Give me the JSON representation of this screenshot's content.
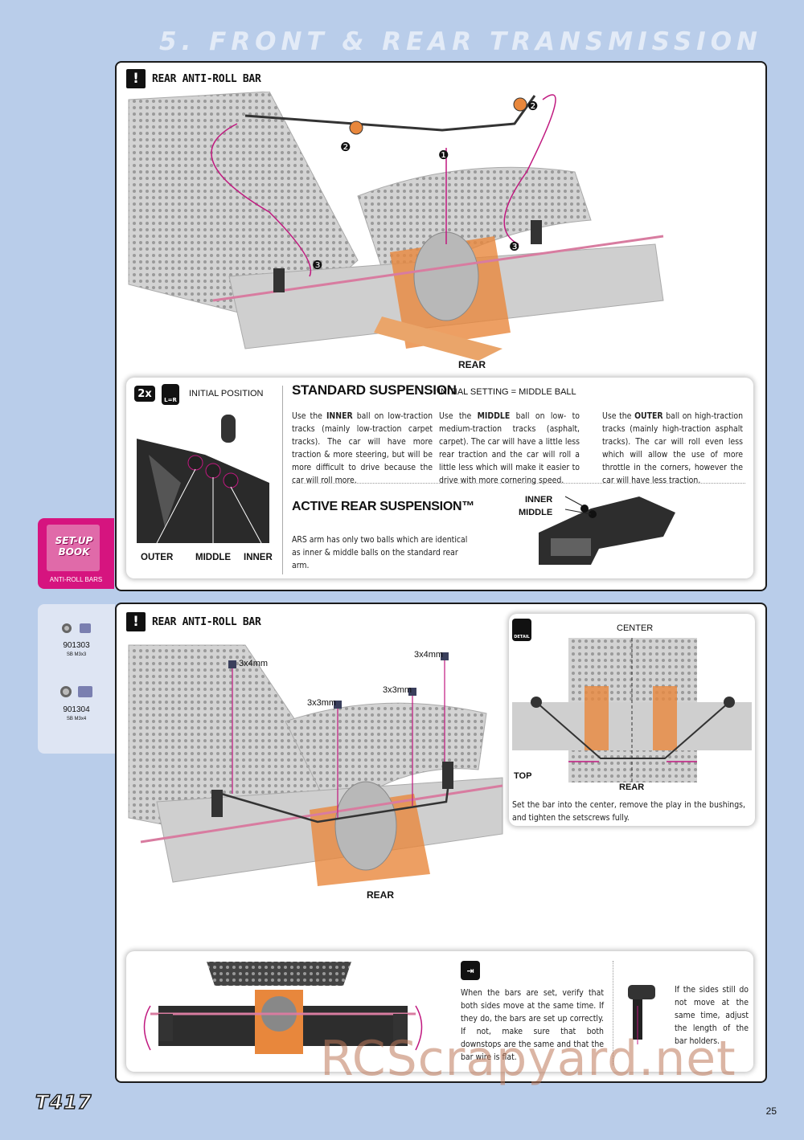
{
  "header": {
    "title": "5. FRONT & REAR TRANSMISSION"
  },
  "panel1": {
    "section_title": "REAR ANTI-ROLL BAR",
    "callouts": [
      "❷",
      "❶",
      "❷",
      "❸",
      "❸"
    ],
    "view_label": "REAR",
    "init": {
      "qty": "2x",
      "lr": "L=R",
      "label": "INITIAL POSITION"
    },
    "ball_labels": {
      "outer": "OUTER",
      "middle": "MIDDLE",
      "inner": "INNER"
    },
    "standard": {
      "title": "STANDARD SUSPENSION",
      "subtitle": "INITIAL SETTING = MIDDLE BALL",
      "col1_pre": "Use the ",
      "col1_bold": "INNER",
      "col1_post": " ball on low-traction tracks (mainly low-traction carpet tracks). The car will have more traction & more steering, but will be more difficult to drive because the car will roll more.",
      "col2_pre": "Use the ",
      "col2_bold": "MIDDLE",
      "col2_post": " ball on low- to medium-traction tracks (asphalt, carpet). The car will have a little less rear traction and the car will roll a little less which will make it easier to drive with more cornering speed.",
      "col3_pre": "Use the ",
      "col3_bold": "OUTER",
      "col3_post": " ball on high-traction tracks (mainly high-traction asphalt tracks). The car will roll even less which will allow the use of more throttle in the corners, however the car will have less traction."
    },
    "active": {
      "title": "ACTIVE REAR SUSPENSION™",
      "text": "ARS arm has only two balls which are identical as inner & middle balls on the standard rear arm.",
      "inner": "INNER",
      "middle": "MIDDLE"
    }
  },
  "setup_book": {
    "line1": "SET-UP",
    "line2": "BOOK",
    "caption": "ANTI-ROLL BARS"
  },
  "parts": [
    {
      "code": "901303",
      "desc": "SB M3x3"
    },
    {
      "code": "901304",
      "desc": "SB M3x4"
    }
  ],
  "panel2": {
    "section_title": "REAR ANTI-ROLL BAR",
    "screws": [
      "3x4mm",
      "3x4mm",
      "3x3mm",
      "3x3mm"
    ],
    "view_label": "REAR",
    "detail": {
      "icon_label": "DETAIL",
      "center": "CENTER",
      "top": "TOP",
      "rear": "REAR",
      "text": "Set the bar into the center, remove the play in the bushings, and tighten the setscrews fully."
    },
    "check": {
      "text1": "When the bars are set, verify that both sides move at the same time. If they do, the bars are set up correctly. If not, make sure that both downstops are the same and that the bar wire is flat.",
      "text2": "If the sides still do not move at the same time, adjust the length of the bar holders."
    }
  },
  "footer": {
    "model": "T417",
    "page": "25",
    "watermark": "RCScrapyard.net"
  },
  "colors": {
    "accent": "#d6147f",
    "background": "#b9cdea",
    "orange": "#e8873c",
    "arrow": "#c0187f"
  }
}
